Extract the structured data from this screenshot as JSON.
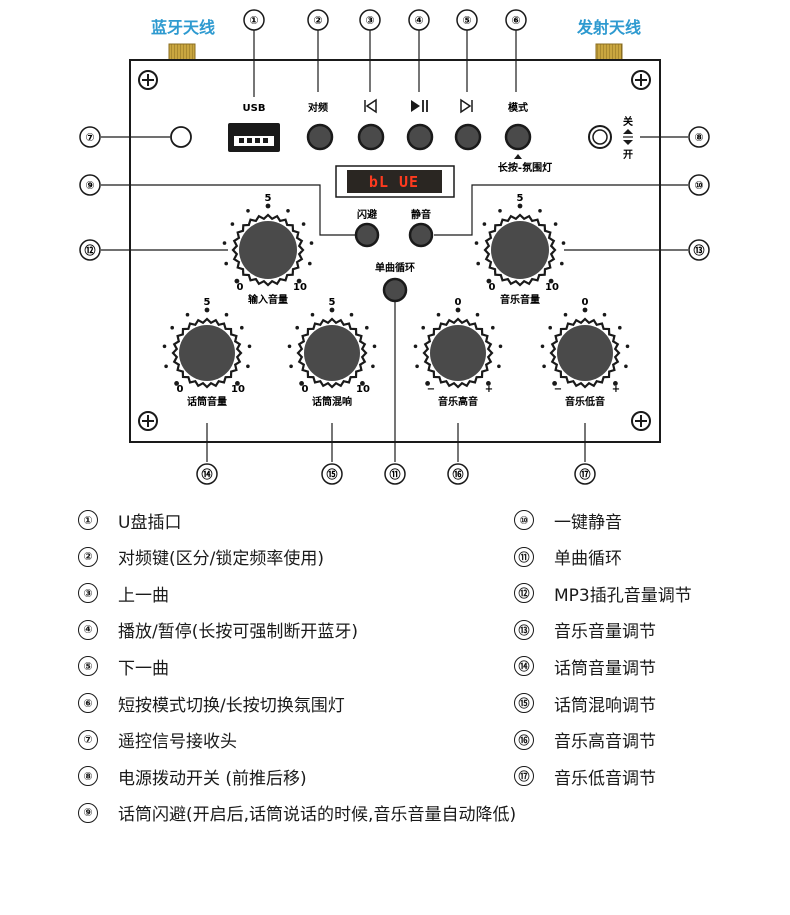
{
  "antennas": {
    "left_label": "蓝牙天线",
    "right_label": "发射天线",
    "color": "#2e9ad0"
  },
  "callouts": {
    "top": [
      "①",
      "②",
      "③",
      "④",
      "⑤",
      "⑥"
    ],
    "side": {
      "c7": "⑦",
      "c8": "⑧",
      "c9": "⑨",
      "c10": "⑩",
      "c12": "⑫",
      "c13": "⑬"
    },
    "bottom": [
      "⑭",
      "⑮",
      "⑪",
      "⑯",
      "⑰"
    ]
  },
  "panel": {
    "usb_label": "USB",
    "buttons": {
      "pair": "对频",
      "mode": "模式",
      "mode_long_press": "长按-氛围灯",
      "duck": "闪避",
      "mute": "静音",
      "single_loop": "单曲循环"
    },
    "display_text": "bL UE",
    "display_color": "#ff3a1e",
    "power_switch": {
      "off": "关",
      "on": "开"
    }
  },
  "knobs": [
    {
      "label": "输入音量",
      "top_tick": "5",
      "min": "0",
      "max": "10"
    },
    {
      "label": "音乐音量",
      "top_tick": "5",
      "min": "0",
      "max": "10"
    },
    {
      "label": "话筒音量",
      "top_tick": "5",
      "min": "0",
      "max": "10"
    },
    {
      "label": "话筒混响",
      "top_tick": "5",
      "min": "0",
      "max": "10"
    },
    {
      "label": "音乐高音",
      "top_tick": "0",
      "min": "−",
      "max": "+"
    },
    {
      "label": "音乐低音",
      "top_tick": "0",
      "min": "−",
      "max": "+"
    }
  ],
  "legend": {
    "left": [
      {
        "num": "①",
        "text": "U盘插口"
      },
      {
        "num": "②",
        "text": "对频键(区分/锁定频率使用)"
      },
      {
        "num": "③",
        "text": "上一曲"
      },
      {
        "num": "④",
        "text": "播放/暂停(长按可强制断开蓝牙)"
      },
      {
        "num": "⑤",
        "text": "下一曲"
      },
      {
        "num": "⑥",
        "text": "短按模式切换/长按切换氛围灯"
      },
      {
        "num": "⑦",
        "text": "遥控信号接收头"
      },
      {
        "num": "⑧",
        "text": "电源拨动开关 (前推后移)"
      },
      {
        "num": "⑨",
        "text": "话筒闪避(开启后,话筒说话的时候,音乐音量自动降低)"
      }
    ],
    "right": [
      {
        "num": "⑩",
        "text": "一键静音"
      },
      {
        "num": "⑪",
        "text": "单曲循环"
      },
      {
        "num": "⑫",
        "text": "MP3插孔音量调节"
      },
      {
        "num": "⑬",
        "text": "音乐音量调节"
      },
      {
        "num": "⑭",
        "text": "话筒音量调节"
      },
      {
        "num": "⑮",
        "text": "话筒混响调节"
      },
      {
        "num": "⑯",
        "text": "音乐高音调节"
      },
      {
        "num": "⑰",
        "text": "音乐低音调节"
      }
    ]
  }
}
